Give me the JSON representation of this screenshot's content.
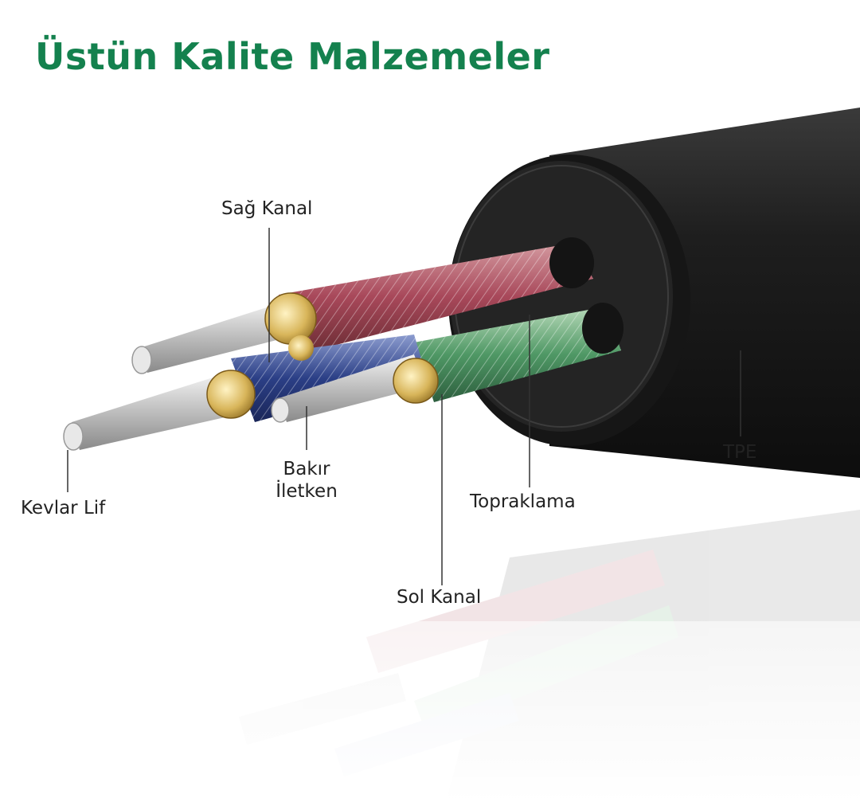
{
  "title": "Üstün Kalite Malzemeler",
  "colors": {
    "title": "#14814e",
    "jacket": "#1c1c1c",
    "label_text": "#222222",
    "red_wire": "#b0505a",
    "blue_wire": "#2b3f86",
    "green_wire": "#3e8a5a",
    "gold_strand": "#c9a44a",
    "silver_strand": "#bdbdbd"
  },
  "labels": {
    "right_channel": "Sağ Kanal",
    "kevlar": "Kevlar Lif",
    "copper_line1": "Bakır",
    "copper_line2": "İletken",
    "grounding": "Topraklama",
    "tpe": "TPE",
    "left_channel": "Sol Kanal"
  }
}
